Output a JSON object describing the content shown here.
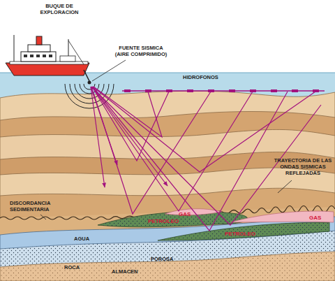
{
  "diagram": {
    "labels": [
      "BUQUE DE EXPLORACION",
      "FUENTE SISMICA (AIRE COMPRIMIDO)",
      "HIDROFONOS",
      "TRAYECTORIA DE LAS ONDAS SISMICAS REFLEJADAS",
      "DISCORDANCIA SEDIMENTARIA",
      "GAS",
      "PETROLEO",
      "GAS",
      "PETROLEO",
      "AGUA",
      "ROCA",
      "ALMACEN",
      "POROSA"
    ]
  }
}
